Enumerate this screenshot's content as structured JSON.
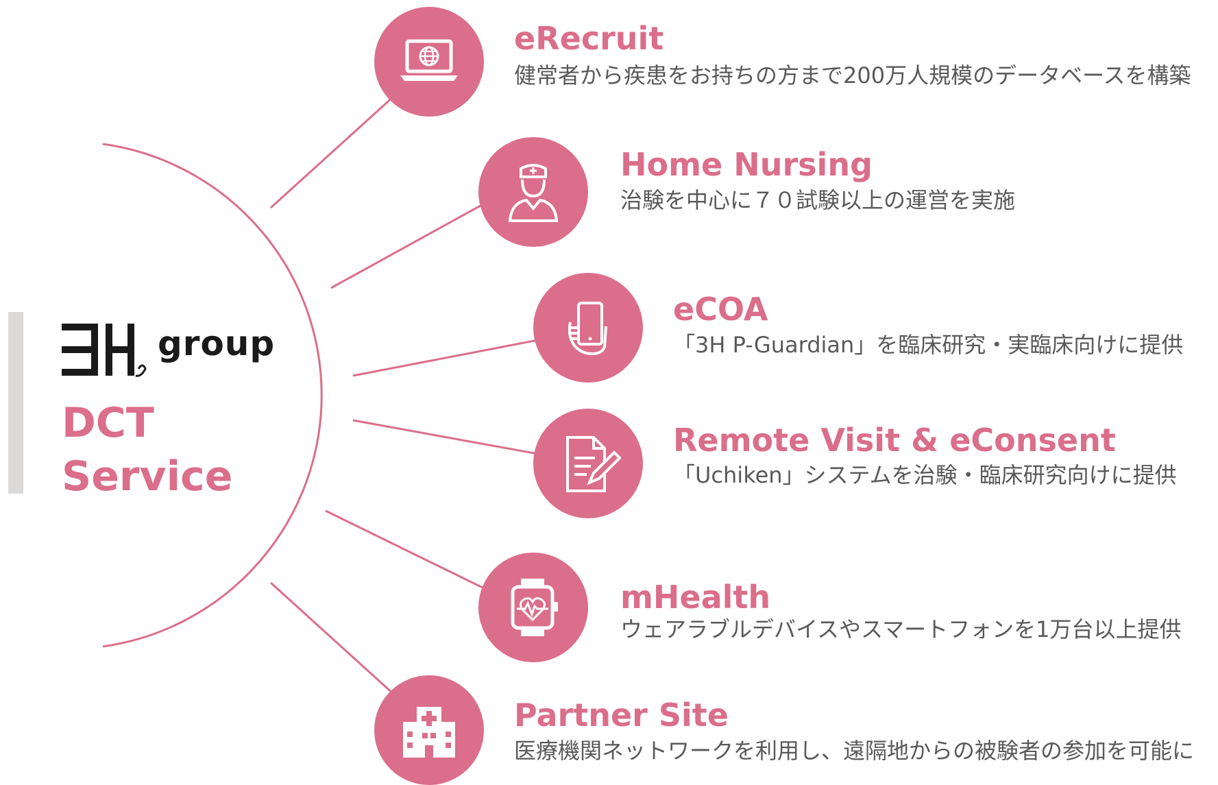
{
  "center": {
    "logo_text": "group",
    "title_line1": "DCT",
    "title_line2": "Service"
  },
  "services": [
    {
      "icon": "laptop-globe-icon",
      "title": "eRecruit",
      "description": "健常者から疾患をお持ちの方まで200万人規模のデータベースを構築"
    },
    {
      "icon": "nurse-icon",
      "title": "Home Nursing",
      "description": "治験を中心に７０試験以上の運営を実施"
    },
    {
      "icon": "smartphone-hand-icon",
      "title": "eCOA",
      "description": "「3H P-Guardian」を臨床研究・実臨床向けに提供"
    },
    {
      "icon": "document-pen-icon",
      "title": "Remote Visit & eConsent",
      "description": "「Uchiken」システムを治験・臨床研究向けに提供"
    },
    {
      "icon": "smartwatch-heartbeat-icon",
      "title": "mHealth",
      "description": "ウェアラブルデバイスやスマートフォンを1万台以上提供"
    },
    {
      "icon": "hospital-icon",
      "title": "Partner Site",
      "description": "医療機関ネットワークを利用し、遠隔地からの被験者の参加を可能に"
    }
  ],
  "colors": {
    "accent": "#db6e8a",
    "text": "#595959",
    "bar": "#dcdad8"
  }
}
